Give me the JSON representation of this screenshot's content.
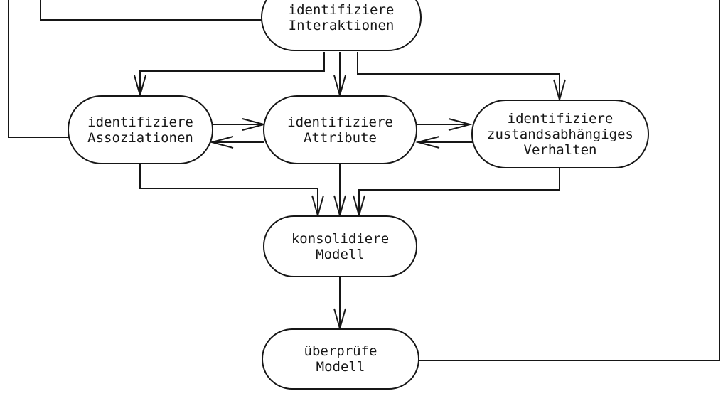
{
  "diagram": {
    "type": "flowchart",
    "language": "de",
    "colors": {
      "background": "#ffffff",
      "line": "#161616",
      "text": "#161616",
      "node_fill": "#ffffff"
    },
    "nodes": [
      {
        "id": "identifiziere-interaktionen",
        "label": "identifiziere\nInteraktionen"
      },
      {
        "id": "identifiziere-assoziationen",
        "label": "identifiziere\nAssoziationen"
      },
      {
        "id": "identifiziere-attribute",
        "label": "identifiziere\nAttribute"
      },
      {
        "id": "identifiziere-zustandsabhaengiges-verhalten",
        "label": "identifiziere\nzustandsabhängiges\nVerhalten"
      },
      {
        "id": "konsolidiere-modell",
        "label": "konsolidiere\nModell"
      },
      {
        "id": "ueberpruefe-modell",
        "label": "überprüfe\nModell"
      }
    ],
    "edges": [
      {
        "from": "identifiziere-interaktionen",
        "to": "identifiziere-assoziationen",
        "arrow": true
      },
      {
        "from": "identifiziere-interaktionen",
        "to": "identifiziere-attribute",
        "arrow": true
      },
      {
        "from": "identifiziere-interaktionen",
        "to": "identifiziere-zustandsabhaengiges-verhalten",
        "arrow": true
      },
      {
        "from": "identifiziere-assoziationen",
        "to": "identifiziere-attribute",
        "arrow": true
      },
      {
        "from": "identifiziere-attribute",
        "to": "identifiziere-assoziationen",
        "arrow": true
      },
      {
        "from": "identifiziere-attribute",
        "to": "identifiziere-zustandsabhaengiges-verhalten",
        "arrow": true
      },
      {
        "from": "identifiziere-zustandsabhaengiges-verhalten",
        "to": "identifiziere-attribute",
        "arrow": true
      },
      {
        "from": "identifiziere-assoziationen",
        "to": "konsolidiere-modell",
        "arrow": true
      },
      {
        "from": "identifiziere-attribute",
        "to": "konsolidiere-modell",
        "arrow": true
      },
      {
        "from": "identifiziere-zustandsabhaengiges-verhalten",
        "to": "konsolidiere-modell",
        "arrow": true
      },
      {
        "from": "konsolidiere-modell",
        "to": "ueberpruefe-modell",
        "arrow": true
      },
      {
        "from": "ueberpruefe-modell",
        "to": "offscreen-top-right",
        "arrow": false
      },
      {
        "from": "offscreen-top-left",
        "to": "identifiziere-interaktionen",
        "arrow": false
      },
      {
        "from": "offscreen-top-left",
        "to": "identifiziere-assoziationen",
        "arrow": false
      }
    ]
  }
}
